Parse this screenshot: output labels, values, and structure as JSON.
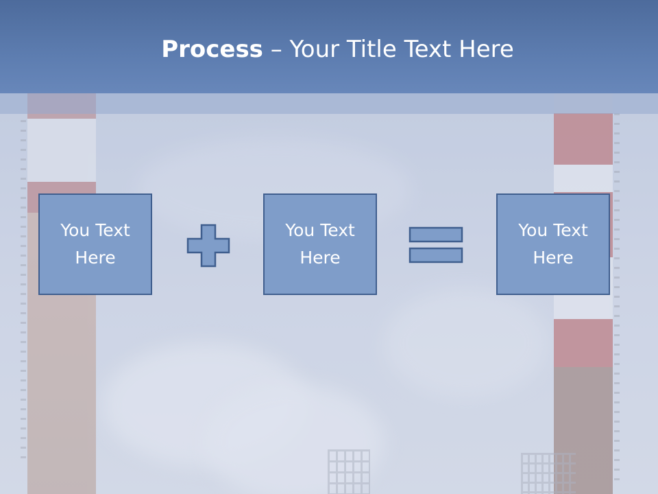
{
  "slide": {
    "title_bold": "Process",
    "title_rest": " – Your Title Text Here",
    "boxes": [
      {
        "label": "You Text Here"
      },
      {
        "label": "You Text Here"
      },
      {
        "label": "You Text Here"
      }
    ],
    "operators": [
      "plus-icon",
      "equals-icon"
    ]
  },
  "colors": {
    "header": "#5d7db0",
    "box_fill": "#7f9dc9",
    "box_border": "#3f5e8e",
    "text": "#ffffff"
  }
}
